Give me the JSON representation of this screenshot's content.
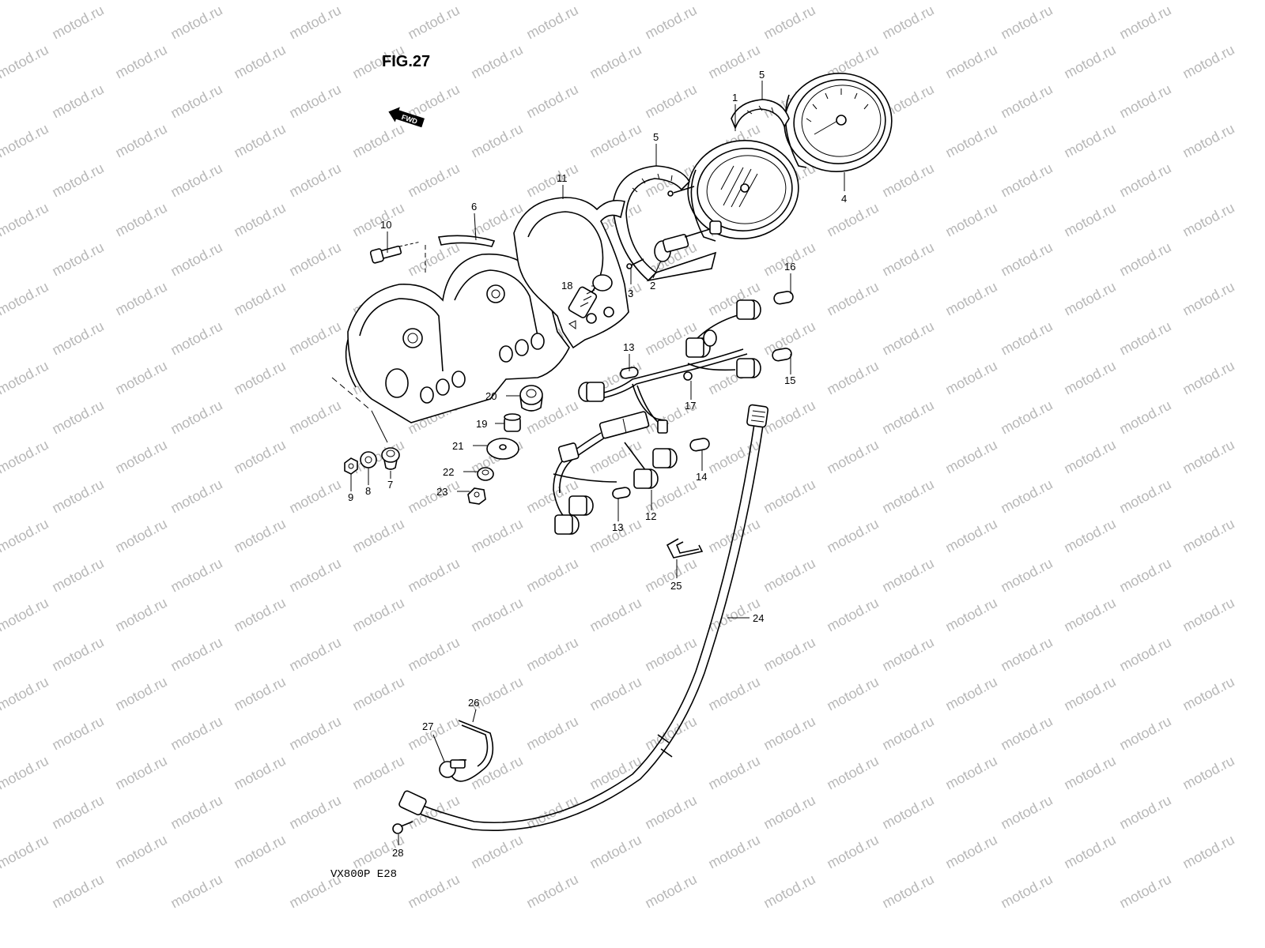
{
  "figure": {
    "title": "FIG.27",
    "fwd_label": "FWD",
    "model_code": "VX800P E28"
  },
  "watermark": {
    "text": "motod.ru",
    "color": "#b8b8b8"
  },
  "callouts": {
    "c1": "1",
    "c2": "2",
    "c3": "3",
    "c4": "4",
    "c5a": "5",
    "c5b": "5",
    "c6": "6",
    "c7": "7",
    "c8": "8",
    "c9": "9",
    "c10": "10",
    "c11": "11",
    "c12": "12",
    "c13a": "13",
    "c13b": "13",
    "c14": "14",
    "c15": "15",
    "c16": "16",
    "c17": "17",
    "c18": "18",
    "c19": "19",
    "c20": "20",
    "c21": "21",
    "c22": "22",
    "c23": "23",
    "c24": "24",
    "c25": "25",
    "c26": "26",
    "c27": "27",
    "c28": "28"
  }
}
